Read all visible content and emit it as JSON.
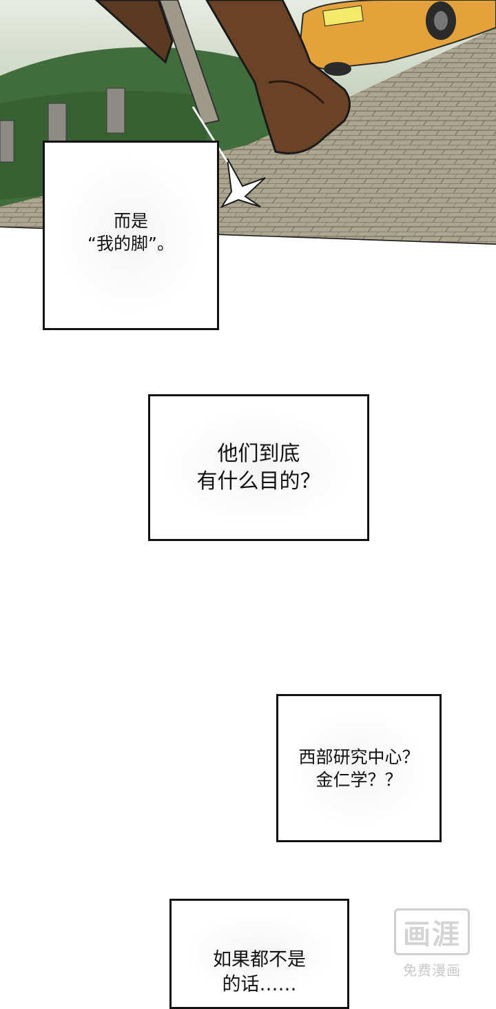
{
  "panels": [
    {
      "lines": "而是\n“我的脚”。"
    },
    {
      "lines": "他们到底\n有什么目的？"
    },
    {
      "lines": "西部研究中心？\n金仁学？？"
    },
    {
      "lines": "如果都不是\n的话……"
    }
  ],
  "watermark": {
    "logo": "画涯",
    "sub": "免费漫画"
  },
  "colors": {
    "road": "#a9a48f",
    "grass": "#3f6b3a",
    "car": "#e3a23a",
    "leg": "#6a4228",
    "sky": "#dde3d6"
  }
}
